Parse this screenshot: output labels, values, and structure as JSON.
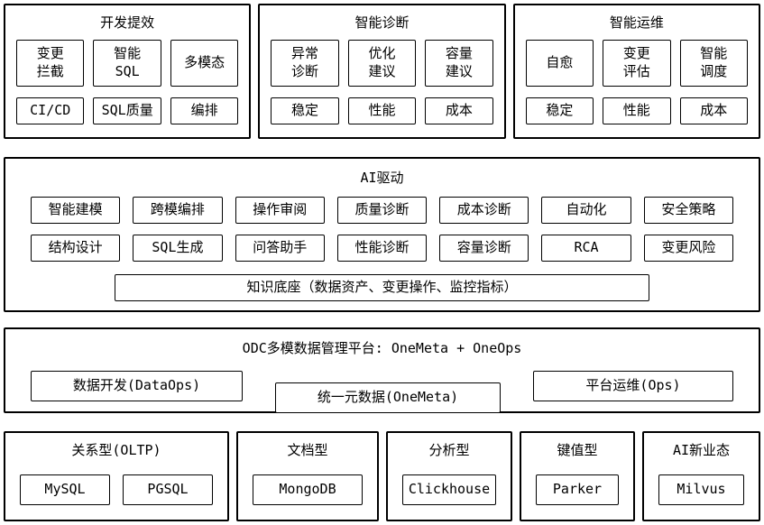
{
  "colors": {
    "border": "#000000",
    "background": "#ffffff"
  },
  "top_panels": [
    {
      "title": "开发提效",
      "row1": [
        "变更\n拦截",
        "智能\nSQL",
        "多模态"
      ],
      "row2": [
        "CI/CD",
        "SQL质量",
        "编排"
      ]
    },
    {
      "title": "智能诊断",
      "row1": [
        "异常\n诊断",
        "优化\n建议",
        "容量\n建议"
      ],
      "row2": [
        "稳定",
        "性能",
        "成本"
      ]
    },
    {
      "title": "智能运维",
      "row1": [
        "自愈",
        "变更\n评估",
        "智能\n调度"
      ],
      "row2": [
        "稳定",
        "性能",
        "成本"
      ]
    }
  ],
  "ai_section": {
    "title": "AI驱动",
    "row1": [
      "智能建模",
      "跨模编排",
      "操作审阅",
      "质量诊断",
      "成本诊断",
      "自动化",
      "安全策略"
    ],
    "row2": [
      "结构设计",
      "SQL生成",
      "问答助手",
      "性能诊断",
      "容量诊断",
      "RCA",
      "变更风险"
    ],
    "base": "知识底座（数据资产、变更操作、监控指标）"
  },
  "platform_section": {
    "title": "ODC多模数据管理平台: OneMeta + OneOps",
    "left": "数据开发(DataOps)",
    "center": "统一元数据(OneMeta)",
    "right": "平台运维(Ops)"
  },
  "db_panels": [
    {
      "title": "关系型(OLTP)",
      "items": [
        "MySQL",
        "PGSQL"
      ]
    },
    {
      "title": "文档型",
      "items": [
        "MongoDB"
      ]
    },
    {
      "title": "分析型",
      "items": [
        "Clickhouse"
      ]
    },
    {
      "title": "键值型",
      "items": [
        "Parker"
      ]
    },
    {
      "title": "AI新业态",
      "items": [
        "Milvus"
      ]
    }
  ]
}
